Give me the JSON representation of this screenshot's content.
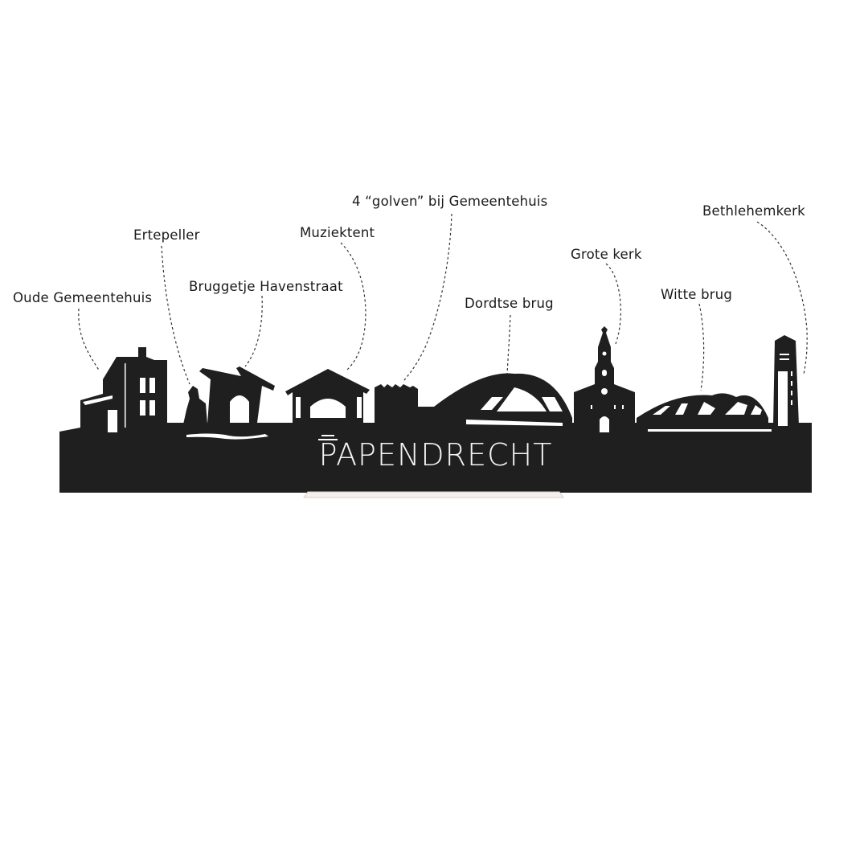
{
  "product": {
    "title": "PAPENDRECHT",
    "silhouette_color": "#1f1f1f",
    "stand_color": "#f5efee"
  },
  "landmarks": [
    {
      "id": "oude-gemeentehuis",
      "label": "Oude Gemeentehuis"
    },
    {
      "id": "ertepeller",
      "label": "Ertepeller"
    },
    {
      "id": "bruggetje-havenstraat",
      "label": "Bruggetje Havenstraat"
    },
    {
      "id": "muziektent",
      "label": "Muziektent"
    },
    {
      "id": "golven",
      "label": "4 “golven” bij Gemeentehuis"
    },
    {
      "id": "dordtse-brug",
      "label": "Dordtse brug"
    },
    {
      "id": "grote-kerk",
      "label": "Grote kerk"
    },
    {
      "id": "witte-brug",
      "label": "Witte brug"
    },
    {
      "id": "bethlehemkerk",
      "label": "Bethlehemkerk"
    }
  ]
}
